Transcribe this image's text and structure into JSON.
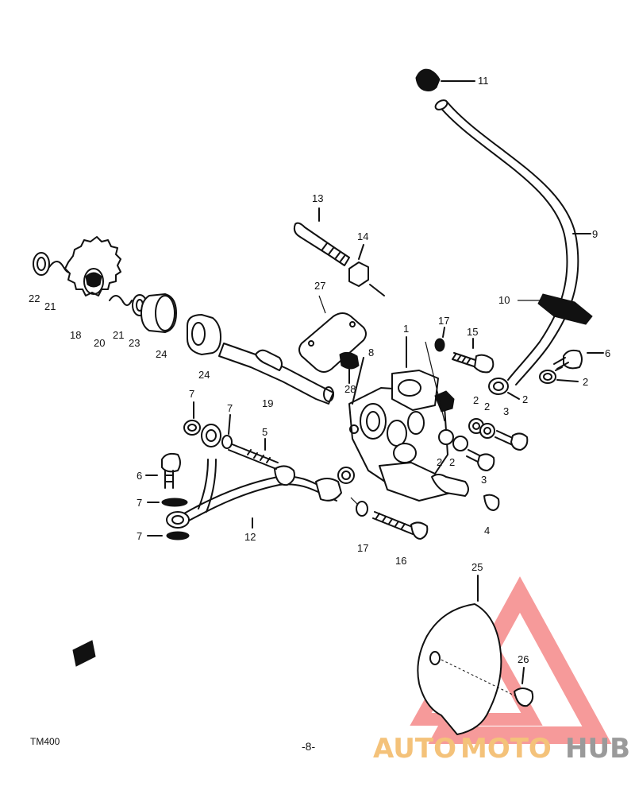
{
  "part_labels": {
    "p1": "1",
    "p2a": "2",
    "p2b": "2",
    "p2c": "2",
    "p2d": "2",
    "p2e": "2",
    "p2f": "2",
    "p3a": "3",
    "p3b": "3",
    "p4": "4",
    "p5": "5",
    "p6a": "6",
    "p6b": "6",
    "p7a": "7",
    "p7b": "7",
    "p7c": "7",
    "p7d": "7",
    "p8": "8",
    "p9": "9",
    "p10": "10",
    "p11": "11",
    "p12": "12",
    "p13": "13",
    "p14": "14",
    "p15": "15",
    "p16": "16",
    "p17a": "17",
    "p17b": "17",
    "p18": "18",
    "p19": "19",
    "p20": "20",
    "p21a": "21",
    "p21b": "21",
    "p22": "22",
    "p23": "23",
    "p24a": "24",
    "p24b": "24",
    "p25": "25",
    "p26": "26",
    "p27": "27",
    "p28": "28"
  },
  "footer": {
    "model": "TM400",
    "page": "-8-"
  },
  "watermark": {
    "auto": "AUTO",
    "moto": "MOTO",
    "hub": "HUB",
    "colors": {
      "auto": "#f4c27a",
      "moto": "#f4c27a",
      "hub": "#9a9a9a",
      "triangle": "#f04848"
    }
  }
}
